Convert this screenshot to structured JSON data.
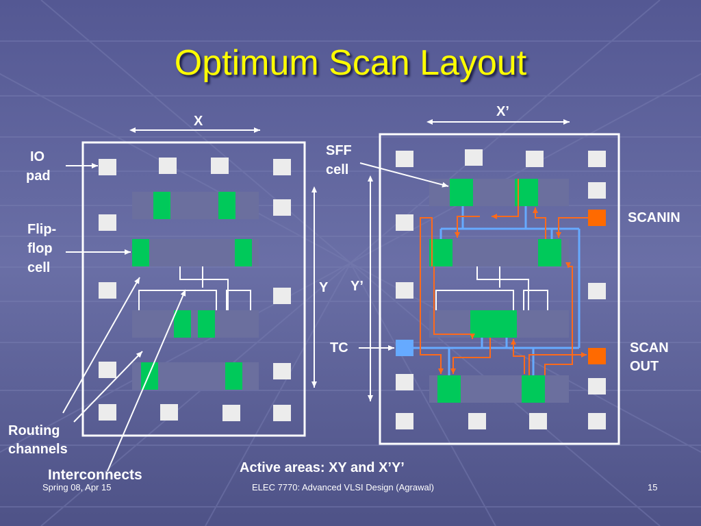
{
  "slide": {
    "title": "Optimum Scan Layout",
    "footer": {
      "left": "Spring 08, Apr 15",
      "center": "ELEC 7770: Advanced VLSI Design (Agrawal)",
      "page": "15"
    }
  },
  "labels": {
    "x": "X",
    "x_prime": "X’",
    "y": "Y",
    "y_prime": "Y’",
    "io_pad_1": "IO",
    "io_pad_2": "pad",
    "flipflop_1": "Flip-",
    "flipflop_2": "flop",
    "flipflop_3": "cell",
    "sff_1": "SFF",
    "sff_2": "cell",
    "scanin": "SCANIN",
    "scanout_1": "SCAN",
    "scanout_2": "OUT",
    "tc": "TC",
    "routing_1": "Routing",
    "routing_2": "channels",
    "interconnects": "Interconnects",
    "active_areas": "Active areas: XY and X’Y’"
  },
  "colors": {
    "background": "#5a5f9a",
    "title": "#ffff00",
    "cell_row": "#6b6f9e",
    "flip_flop": "#00c95a",
    "io_pad": "#ececec",
    "scan_pin": "#ff6a00",
    "tc_pin": "#66aaff",
    "scan_wire": "#ff6a1a",
    "tc_wire": "#66aaff",
    "line": "#ffffff"
  }
}
